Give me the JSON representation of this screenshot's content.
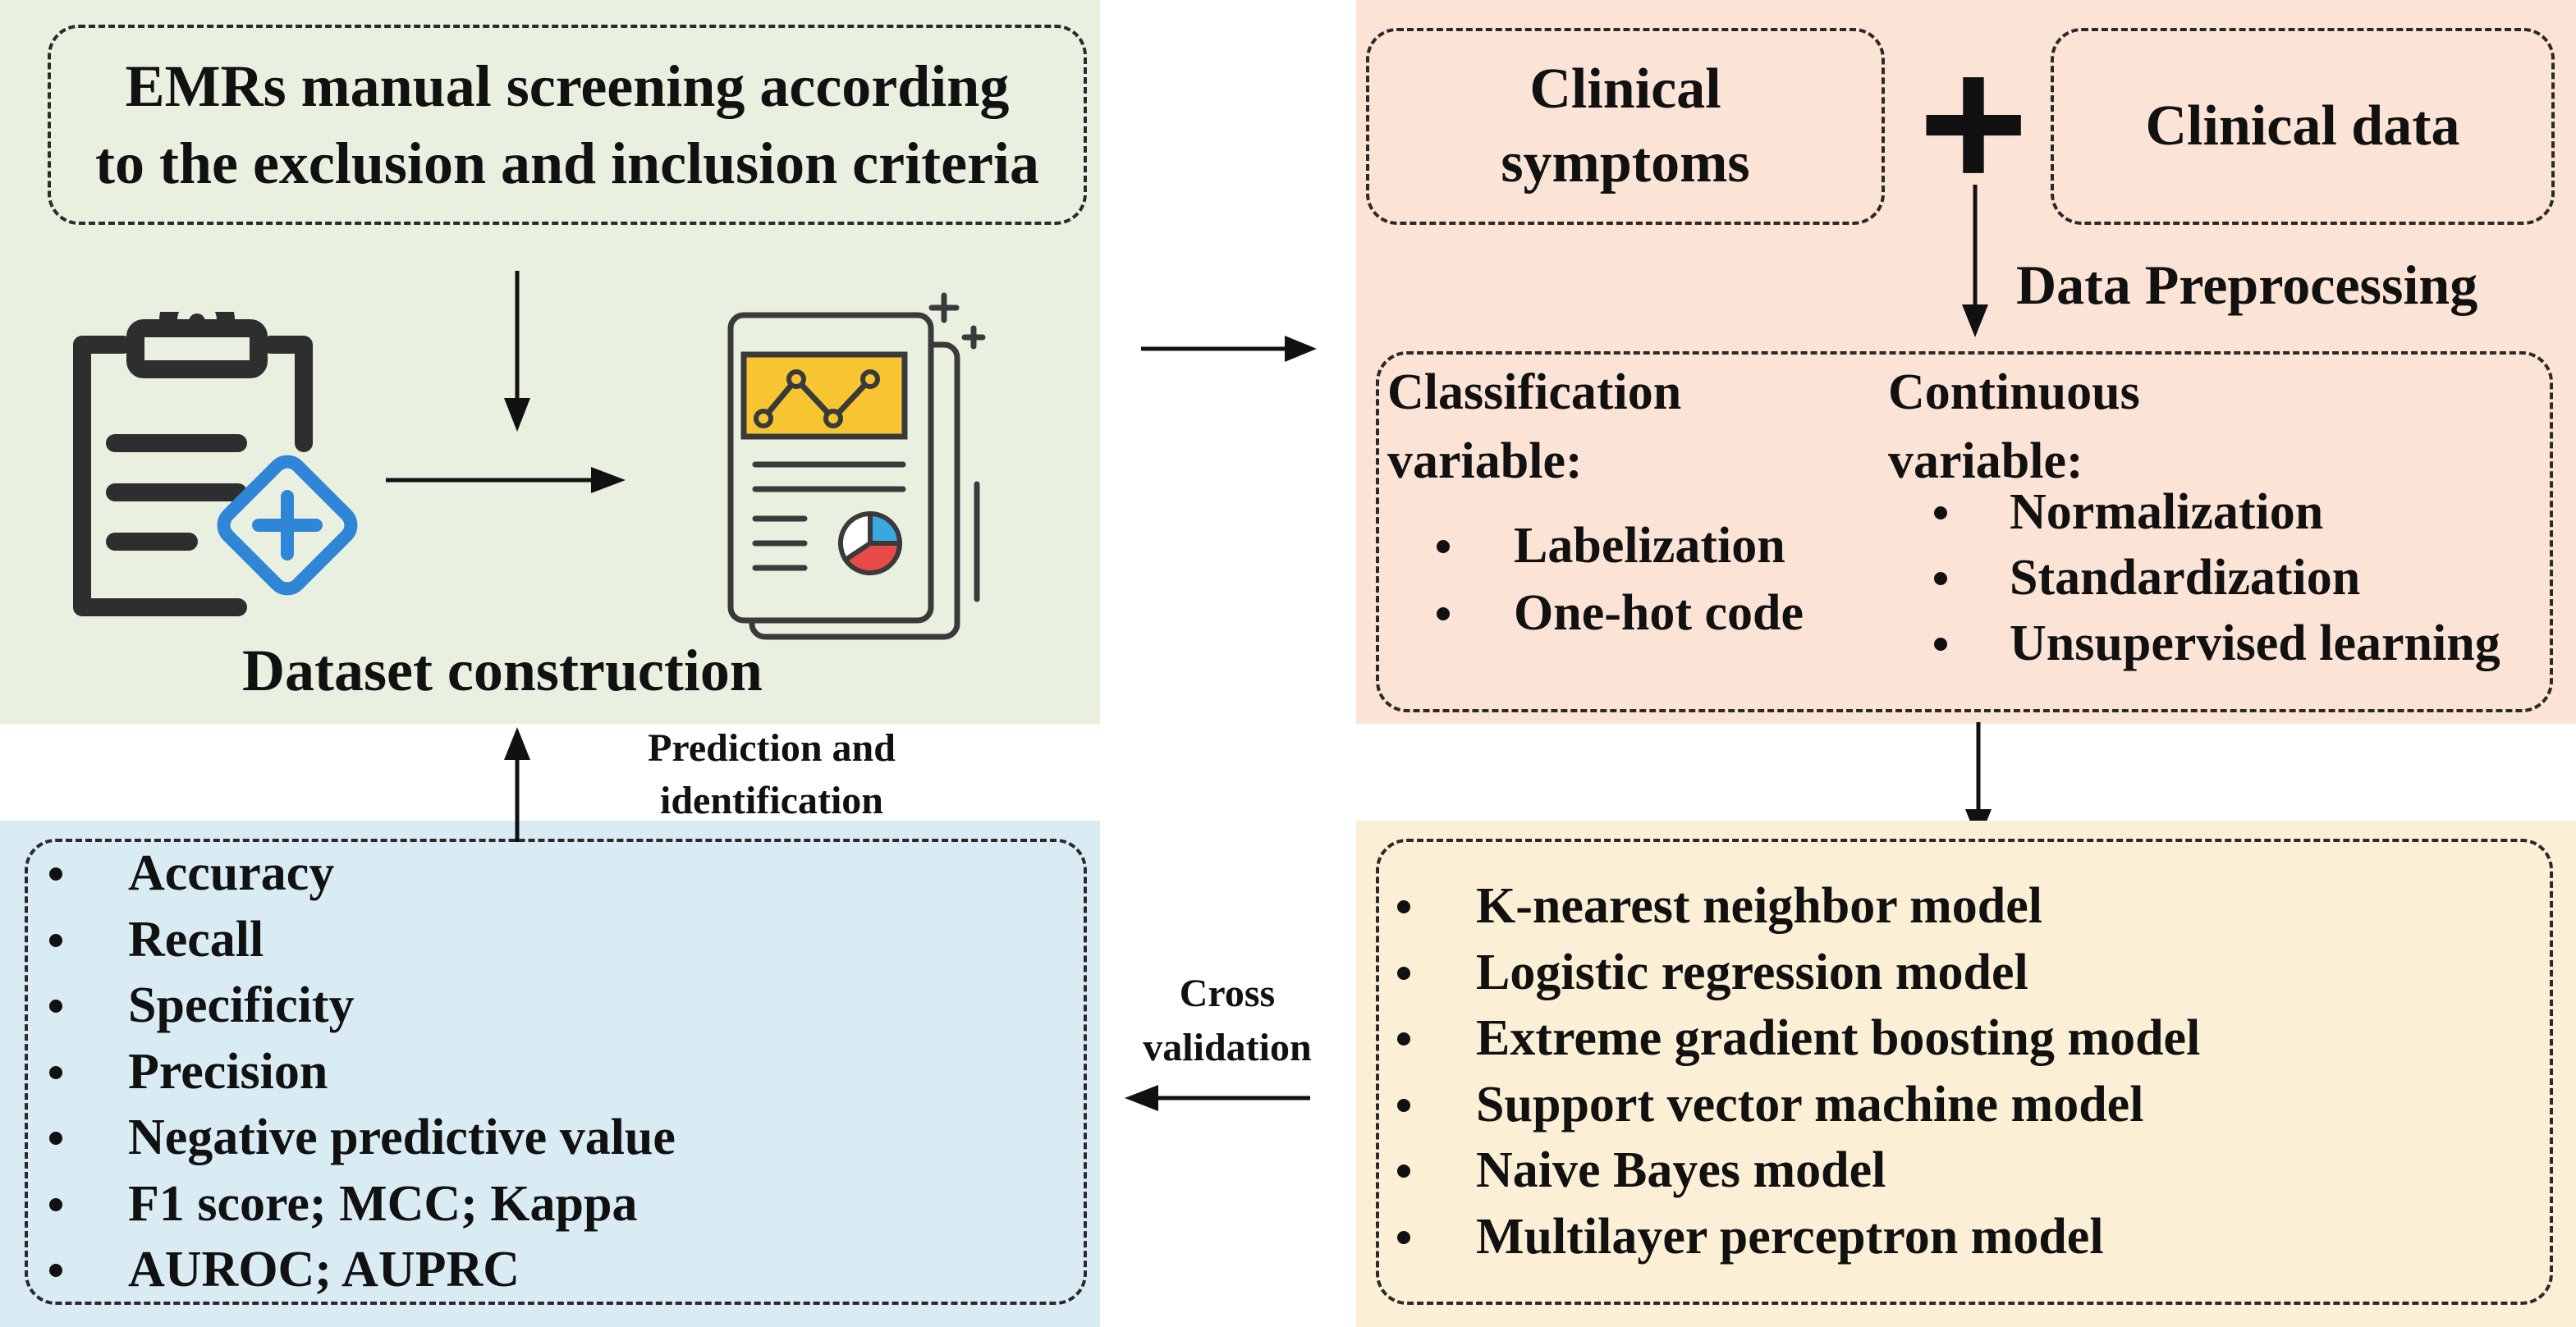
{
  "colors": {
    "green_panel": "#e9f0e0",
    "peach_panel": "#fbe3d6",
    "blue_panel": "#d9ebf3",
    "yellow_panel": "#fbf0d6",
    "icon_stroke": "#3a3a3a",
    "icon_blue": "#2f86d6",
    "chart_yellow": "#f7c531",
    "pie_red": "#e84a4a",
    "pie_blue": "#39a8e0"
  },
  "icons": [
    "clipboard-medical-icon",
    "report-chart-icon",
    "plus-icon"
  ],
  "screening": {
    "line1": "EMRs manual screening according",
    "line2": "to the exclusion and inclusion criteria"
  },
  "dataset": {
    "label": "Dataset construction"
  },
  "inputs": {
    "symptoms_line1": "Clinical",
    "symptoms_line2": "symptoms",
    "clinical_data": "Clinical data",
    "plus": "+"
  },
  "preprocessing": {
    "label": "Data Preprocessing",
    "classification_title_1": "Classification",
    "classification_title_2": "variable:",
    "classification_items": [
      "Labelization",
      "One-hot code"
    ],
    "continuous_title_1": "Continuous",
    "continuous_title_2": "variable:",
    "continuous_items": [
      "Normalization",
      "Standardization",
      "Unsupervised learning"
    ]
  },
  "models": {
    "items": [
      "K-nearest neighbor model",
      "Logistic regression model",
      "Extreme gradient boosting model",
      "Support vector machine model",
      "Naive Bayes model",
      "Multilayer perceptron model"
    ]
  },
  "cross_validation": {
    "line1": "Cross",
    "line2": "validation"
  },
  "prediction": {
    "line1": "Prediction and",
    "line2": "identification"
  },
  "metrics": {
    "items": [
      "Accuracy",
      "Recall",
      "Specificity",
      "Precision",
      "Negative predictive value",
      "F1 score; MCC; Kappa",
      "AUROC; AUPRC"
    ]
  }
}
